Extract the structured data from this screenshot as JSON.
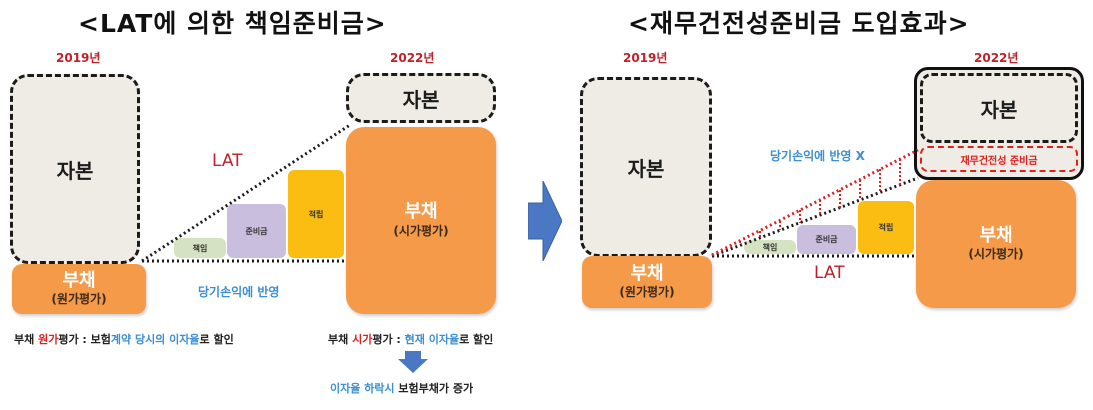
{
  "left_panel": {
    "title": "<LAT에 의한 책임준비금>",
    "year_start": "2019년",
    "year_end": "2022년",
    "capital_2019": "자본",
    "liability_2019": {
      "main": "부채",
      "sub": "(원가평가)"
    },
    "capital_2022": "자본",
    "liability_2022": {
      "main": "부채",
      "sub": "(시가평가)"
    },
    "lat_label": "LAT",
    "reserve_blocks": [
      {
        "label": "책임",
        "color": "#d6e3c2"
      },
      {
        "label": "준비금",
        "color": "#c9bedd"
      },
      {
        "label": "적립",
        "color": "#fbbd12"
      }
    ],
    "pnl_label": "당기손익에 반영",
    "note_cost": {
      "p1": "부채 ",
      "p2": "원가",
      "p3": "평가 : 보험",
      "p4": "계약 당시의 이자율",
      "p5": "로 할인"
    },
    "note_market": {
      "p1": "부채 ",
      "p2": "시가",
      "p3": "평가 : ",
      "p4": "현재 이자율",
      "p5": "로 할인"
    },
    "note_result": {
      "p1": "이자율 하락시",
      "p2": " 보험부채가 증가"
    }
  },
  "transition_arrow": {
    "icon": "right-arrow-icon",
    "color": "#4a78c4"
  },
  "right_panel": {
    "title": "<재무건전성준비금 도입효과>",
    "year_start": "2019년",
    "year_end": "2022년",
    "capital_2019": "자본",
    "liability_2019": {
      "main": "부채",
      "sub": "(원가평가)"
    },
    "capital_2022": "자본",
    "solvency_reserve": "재무건전성 준비금",
    "liability_2022": {
      "main": "부채",
      "sub": "(시가평가)"
    },
    "lat_label": "LAT",
    "reserve_blocks": [
      {
        "label": "책임",
        "color": "#d6e3c2"
      },
      {
        "label": "준비금",
        "color": "#c9bedd"
      },
      {
        "label": "적립",
        "color": "#fbbd12"
      }
    ],
    "pnl_label": "당기손익에 반영 X"
  },
  "colors": {
    "liability": "#f59a48",
    "capital": "#eeece4",
    "red": "#c0202a",
    "blue": "#3b8fd2"
  }
}
